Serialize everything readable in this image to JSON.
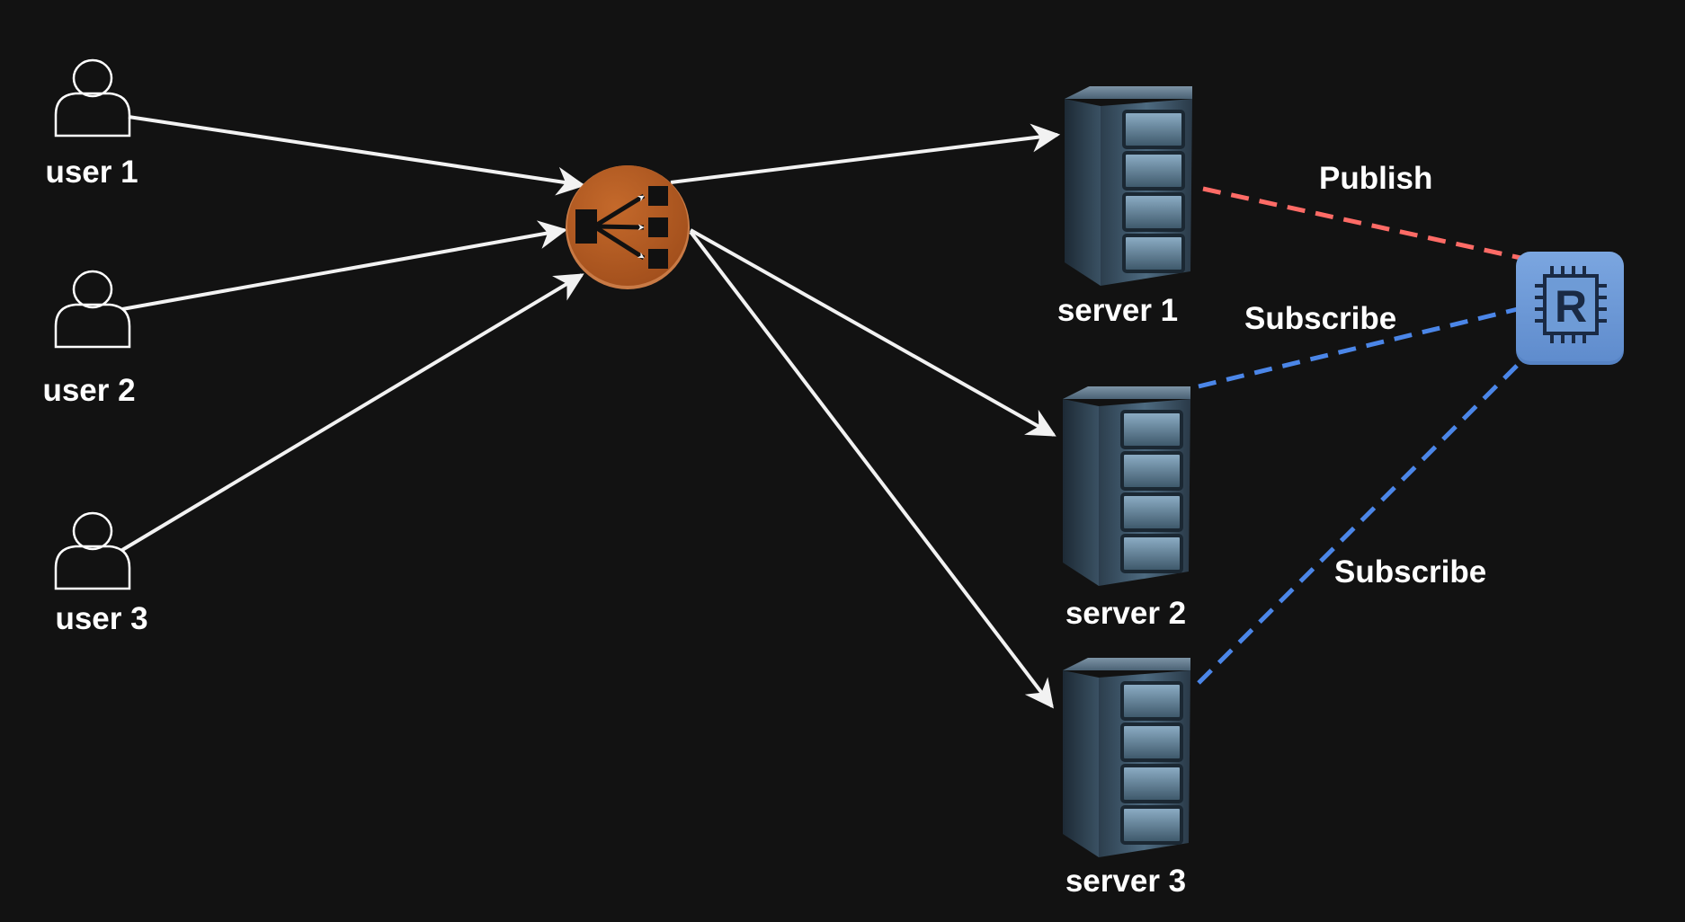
{
  "diagram": {
    "users": [
      {
        "label": "user 1"
      },
      {
        "label": "user 2"
      },
      {
        "label": "user 3"
      }
    ],
    "load_balancer": {
      "icon": "load-balancer-icon"
    },
    "servers": [
      {
        "label": "server 1"
      },
      {
        "label": "server 2"
      },
      {
        "label": "server 3"
      }
    ],
    "redis": {
      "icon": "redis-chip-icon",
      "letter": "R"
    },
    "edge_labels": {
      "publish": "Publish",
      "subscribe_1": "Subscribe",
      "subscribe_2": "Subscribe"
    },
    "colors": {
      "background": "#121212",
      "arrow": "#f2f2f2",
      "publish": "#ff6b66",
      "subscribe": "#4b86e8",
      "load_balancer": "#b35a22",
      "redis": "#6f9bd8",
      "server": "#3d5568"
    }
  }
}
